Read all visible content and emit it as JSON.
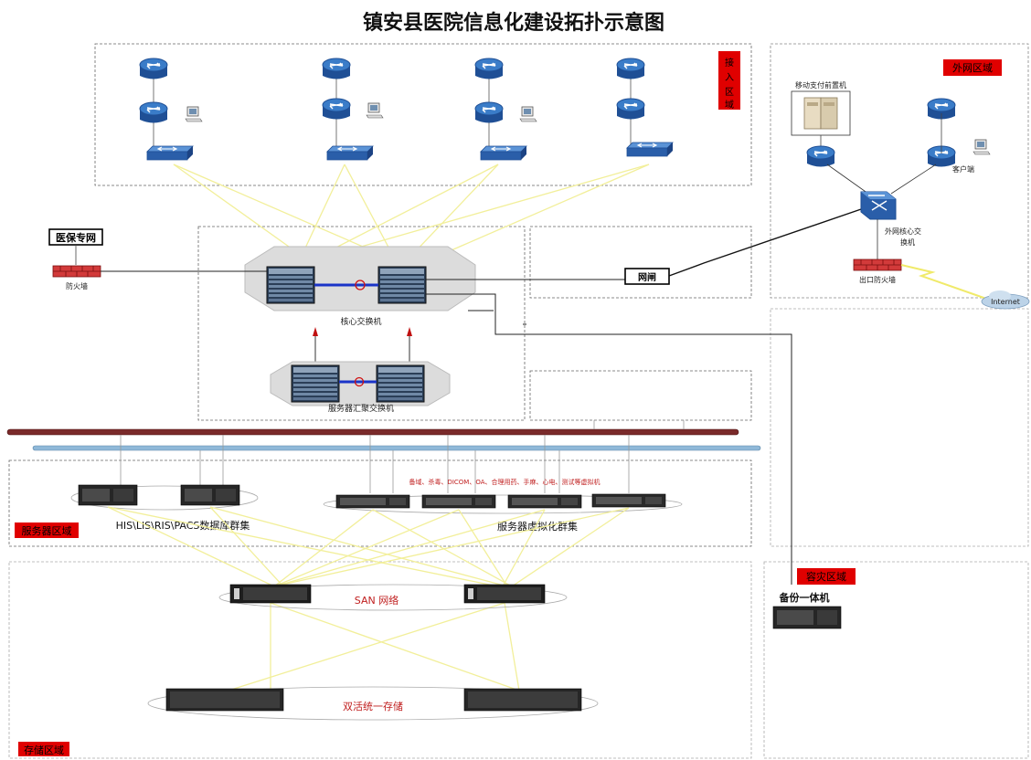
{
  "title": "镇安县医院信息化建设拓扑示意图",
  "colors": {
    "zone_tag_bg": "#e00000",
    "yellow_link": "#f2ef9a",
    "switch_blue": "#2f6db5",
    "bus_brown": "#7a2a2a",
    "bus_blue": "#8fb8d8",
    "firewall_red": "#d23a3a"
  },
  "zones": {
    "access": "接入区域",
    "external": "外网区域",
    "server": "服务器区域",
    "disaster": "容灾区域",
    "storage": "存储区域"
  },
  "labels": {
    "medical_network": "医保专网",
    "firewall": "防火墙",
    "core_switch": "核心交换机",
    "server_agg_switch": "服务器汇聚交换机",
    "gateway": "网闸",
    "mobile_payment": "移动支付前置机",
    "client": "客户端",
    "ext_core_switch_1": "外网核心交",
    "ext_core_switch_2": "换机",
    "exit_firewall": "出口防火墙",
    "internet": "Internet",
    "backup": "备份一体机",
    "db_cluster": "HIS\\LIS\\RIS\\PACS数据库群集",
    "vm_cluster": "服务器虚拟化群集",
    "vm_list": "备域、杀毒、DICOM、OA、合理用药、手麻、心电、测试等虚拟机",
    "san": "SAN 网络",
    "storage": "双活统一存储"
  },
  "icons": [
    "router-icon",
    "workgroup-switch-icon",
    "pc-icon",
    "core-chassis-icon",
    "firewall-icon",
    "server-tower-icon",
    "rack-server-icon",
    "san-switch-icon",
    "disk-array-icon",
    "cloud-icon",
    "multilayer-switch-icon"
  ]
}
